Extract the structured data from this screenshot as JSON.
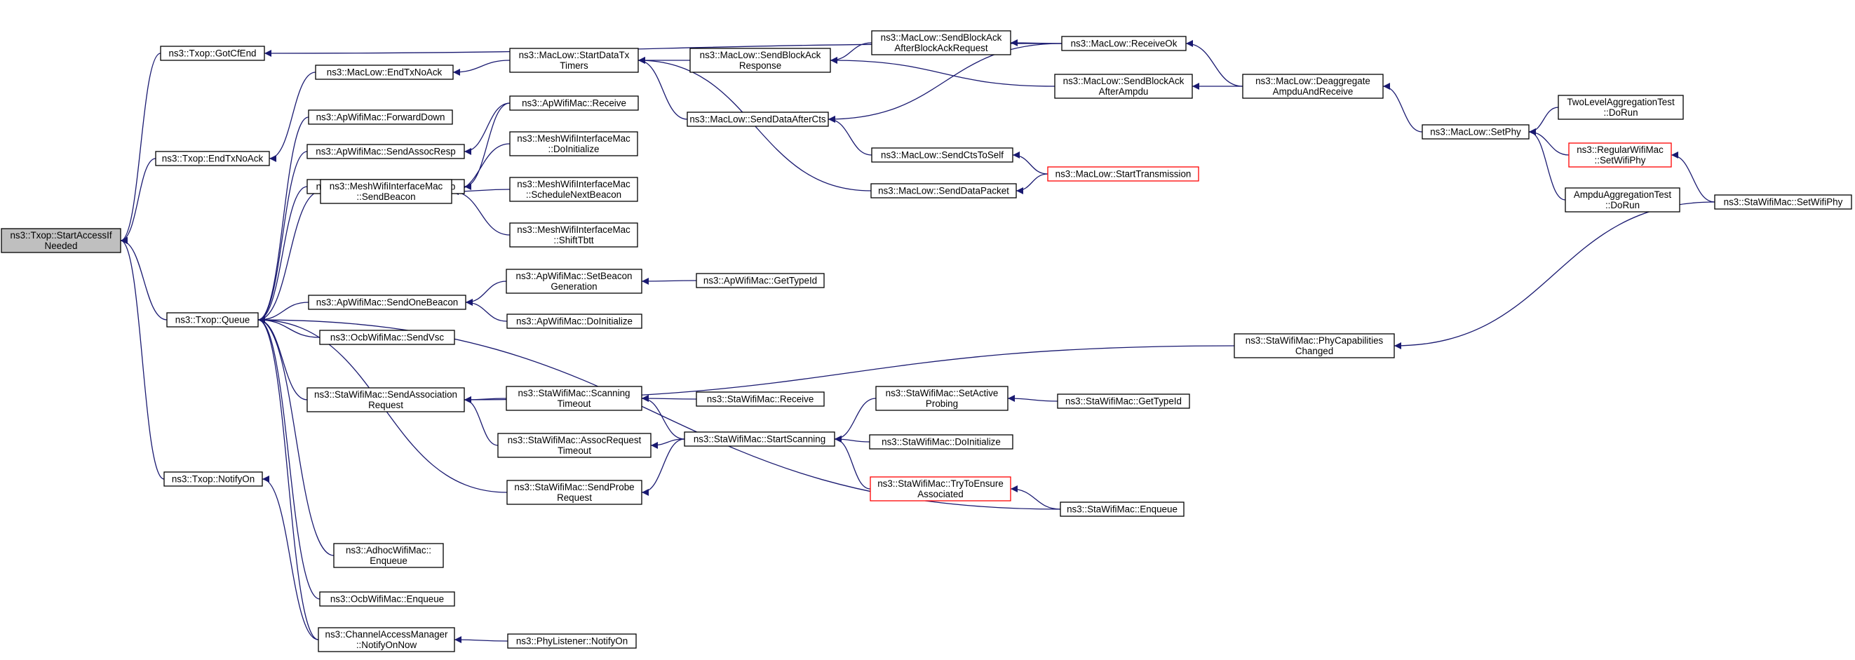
{
  "nodes": [
    {
      "id": "n1",
      "lines": [
        "ns3::Txop::StartAccessIf",
        "Needed"
      ]
    },
    {
      "id": "n2",
      "lines": [
        "ns3::Txop::GotCfEnd"
      ]
    },
    {
      "id": "n3",
      "lines": [
        "ns3::Txop::EndTxNoAck"
      ]
    },
    {
      "id": "n4",
      "lines": [
        "ns3::Txop::Queue"
      ]
    },
    {
      "id": "n5",
      "lines": [
        "ns3::Txop::NotifyOn"
      ]
    },
    {
      "id": "n6",
      "lines": [
        "ns3::MacLow::EndTxNoAck"
      ]
    },
    {
      "id": "n7",
      "lines": [
        "ns3::MacLow::StartDataTx",
        "Timers"
      ]
    },
    {
      "id": "n8",
      "lines": [
        "ns3::MacLow::SendBlockAck",
        "Response"
      ]
    },
    {
      "id": "n9",
      "lines": [
        "ns3::MacLow::SendBlockAck",
        "AfterBlockAckRequest"
      ]
    },
    {
      "id": "n10",
      "lines": [
        "ns3::MacLow::ReceiveOk"
      ]
    },
    {
      "id": "n11",
      "lines": [
        "ns3::MacLow::SendBlockAck",
        "AfterAmpdu"
      ]
    },
    {
      "id": "n12",
      "lines": [
        "ns3::MacLow::Deaggregate",
        "AmpduAndReceive"
      ]
    },
    {
      "id": "n13",
      "lines": [
        "ns3::MacLow::SetPhy"
      ]
    },
    {
      "id": "n14",
      "lines": [
        "TwoLevelAggregationTest",
        "::DoRun"
      ]
    },
    {
      "id": "n15",
      "lines": [
        "ns3::RegularWifiMac",
        "::SetWifiPhy"
      ]
    },
    {
      "id": "n16",
      "lines": [
        "AmpduAggregationTest",
        "::DoRun"
      ]
    },
    {
      "id": "n17",
      "lines": [
        "ns3::StaWifiMac::SetWifiPhy"
      ]
    },
    {
      "id": "n18",
      "lines": [
        "ns3::MacLow::SendDataAfterCts"
      ]
    },
    {
      "id": "n19",
      "lines": [
        "ns3::MacLow::SendCtsToSelf"
      ]
    },
    {
      "id": "n20",
      "lines": [
        "ns3::MacLow::StartTransmission"
      ]
    },
    {
      "id": "n21",
      "lines": [
        "ns3::MacLow::SendDataPacket"
      ]
    },
    {
      "id": "n22",
      "lines": [
        "ns3::ApWifiMac::ForwardDown"
      ]
    },
    {
      "id": "n23",
      "lines": [
        "ns3::ApWifiMac::Receive"
      ]
    },
    {
      "id": "n24",
      "lines": [
        "ns3::ApWifiMac::SendAssocResp"
      ]
    },
    {
      "id": "n25",
      "lines": [
        "ns3::MeshWifiInterfaceMac",
        "::DoInitialize"
      ]
    },
    {
      "id": "n26",
      "lines": [
        "ns3::ApWifiMac::SendProbeResp"
      ]
    },
    {
      "id": "n27",
      "lines": [
        "ns3::MeshWifiInterfaceMac",
        "::ScheduleNextBeacon"
      ]
    },
    {
      "id": "n28",
      "lines": [
        "ns3::MeshWifiInterfaceMac",
        "::SendBeacon"
      ]
    },
    {
      "id": "n29",
      "lines": [
        "ns3::MeshWifiInterfaceMac",
        "::ShiftTbtt"
      ]
    },
    {
      "id": "n30",
      "lines": [
        "ns3::ApWifiMac::SendOneBeacon"
      ]
    },
    {
      "id": "n31",
      "lines": [
        "ns3::ApWifiMac::SetBeacon",
        "Generation"
      ]
    },
    {
      "id": "n32",
      "lines": [
        "ns3::ApWifiMac::GetTypeId"
      ]
    },
    {
      "id": "n33",
      "lines": [
        "ns3::ApWifiMac::DoInitialize"
      ]
    },
    {
      "id": "n34",
      "lines": [
        "ns3::OcbWifiMac::SendVsc"
      ]
    },
    {
      "id": "n35",
      "lines": [
        "ns3::StaWifiMac::PhyCapabilities",
        "Changed"
      ]
    },
    {
      "id": "n36",
      "lines": [
        "ns3::StaWifiMac::SendAssociation",
        "Request"
      ]
    },
    {
      "id": "n37",
      "lines": [
        "ns3::StaWifiMac::Scanning",
        "Timeout"
      ]
    },
    {
      "id": "n38",
      "lines": [
        "ns3::StaWifiMac::Receive"
      ]
    },
    {
      "id": "n39",
      "lines": [
        "ns3::StaWifiMac::SetActive",
        "Probing"
      ]
    },
    {
      "id": "n40",
      "lines": [
        "ns3::StaWifiMac::GetTypeId"
      ]
    },
    {
      "id": "n41",
      "lines": [
        "ns3::StaWifiMac::AssocRequest",
        "Timeout"
      ]
    },
    {
      "id": "n42",
      "lines": [
        "ns3::StaWifiMac::StartScanning"
      ]
    },
    {
      "id": "n43",
      "lines": [
        "ns3::StaWifiMac::DoInitialize"
      ]
    },
    {
      "id": "n44",
      "lines": [
        "ns3::StaWifiMac::SendProbe",
        "Request"
      ]
    },
    {
      "id": "n45",
      "lines": [
        "ns3::StaWifiMac::TryToEnsure",
        "Associated"
      ]
    },
    {
      "id": "n46",
      "lines": [
        "ns3::StaWifiMac::Enqueue"
      ]
    },
    {
      "id": "n47",
      "lines": [
        "ns3::AdhocWifiMac::",
        "Enqueue"
      ]
    },
    {
      "id": "n48",
      "lines": [
        "ns3::OcbWifiMac::Enqueue"
      ]
    },
    {
      "id": "n49",
      "lines": [
        "ns3::ChannelAccessManager",
        "::NotifyOnNow"
      ]
    },
    {
      "id": "n50",
      "lines": [
        "ns3::PhyListener::NotifyOn"
      ]
    }
  ],
  "edges": [
    [
      "n2",
      "n1"
    ],
    [
      "n3",
      "n1"
    ],
    [
      "n4",
      "n1"
    ],
    [
      "n5",
      "n1"
    ],
    [
      "n10",
      "n2"
    ],
    [
      "n6",
      "n3"
    ],
    [
      "n7",
      "n6"
    ],
    [
      "n8",
      "n7"
    ],
    [
      "n18",
      "n7"
    ],
    [
      "n21",
      "n7"
    ],
    [
      "n9",
      "n8"
    ],
    [
      "n11",
      "n8"
    ],
    [
      "n10",
      "n9"
    ],
    [
      "n12",
      "n10"
    ],
    [
      "n12",
      "n11"
    ],
    [
      "n13",
      "n12"
    ],
    [
      "n14",
      "n13"
    ],
    [
      "n15",
      "n13"
    ],
    [
      "n16",
      "n13"
    ],
    [
      "n17",
      "n15"
    ],
    [
      "n10",
      "n18"
    ],
    [
      "n19",
      "n18"
    ],
    [
      "n20",
      "n19"
    ],
    [
      "n20",
      "n21"
    ],
    [
      "n22",
      "n4"
    ],
    [
      "n24",
      "n4"
    ],
    [
      "n26",
      "n4"
    ],
    [
      "n28",
      "n4"
    ],
    [
      "n30",
      "n4"
    ],
    [
      "n34",
      "n4"
    ],
    [
      "n36",
      "n4"
    ],
    [
      "n44",
      "n4"
    ],
    [
      "n46",
      "n4"
    ],
    [
      "n47",
      "n4"
    ],
    [
      "n48",
      "n4"
    ],
    [
      "n49",
      "n4"
    ],
    [
      "n23",
      "n24"
    ],
    [
      "n23",
      "n26"
    ],
    [
      "n25",
      "n28"
    ],
    [
      "n27",
      "n28"
    ],
    [
      "n29",
      "n28"
    ],
    [
      "n31",
      "n30"
    ],
    [
      "n33",
      "n30"
    ],
    [
      "n32",
      "n31"
    ],
    [
      "n35",
      "n36"
    ],
    [
      "n37",
      "n36"
    ],
    [
      "n41",
      "n36"
    ],
    [
      "n17",
      "n35"
    ],
    [
      "n38",
      "n37"
    ],
    [
      "n42",
      "n37"
    ],
    [
      "n42",
      "n41"
    ],
    [
      "n42",
      "n44"
    ],
    [
      "n39",
      "n42"
    ],
    [
      "n43",
      "n42"
    ],
    [
      "n45",
      "n42"
    ],
    [
      "n40",
      "n39"
    ],
    [
      "n46",
      "n45"
    ],
    [
      "n49",
      "n5"
    ],
    [
      "n50",
      "n49"
    ]
  ]
}
